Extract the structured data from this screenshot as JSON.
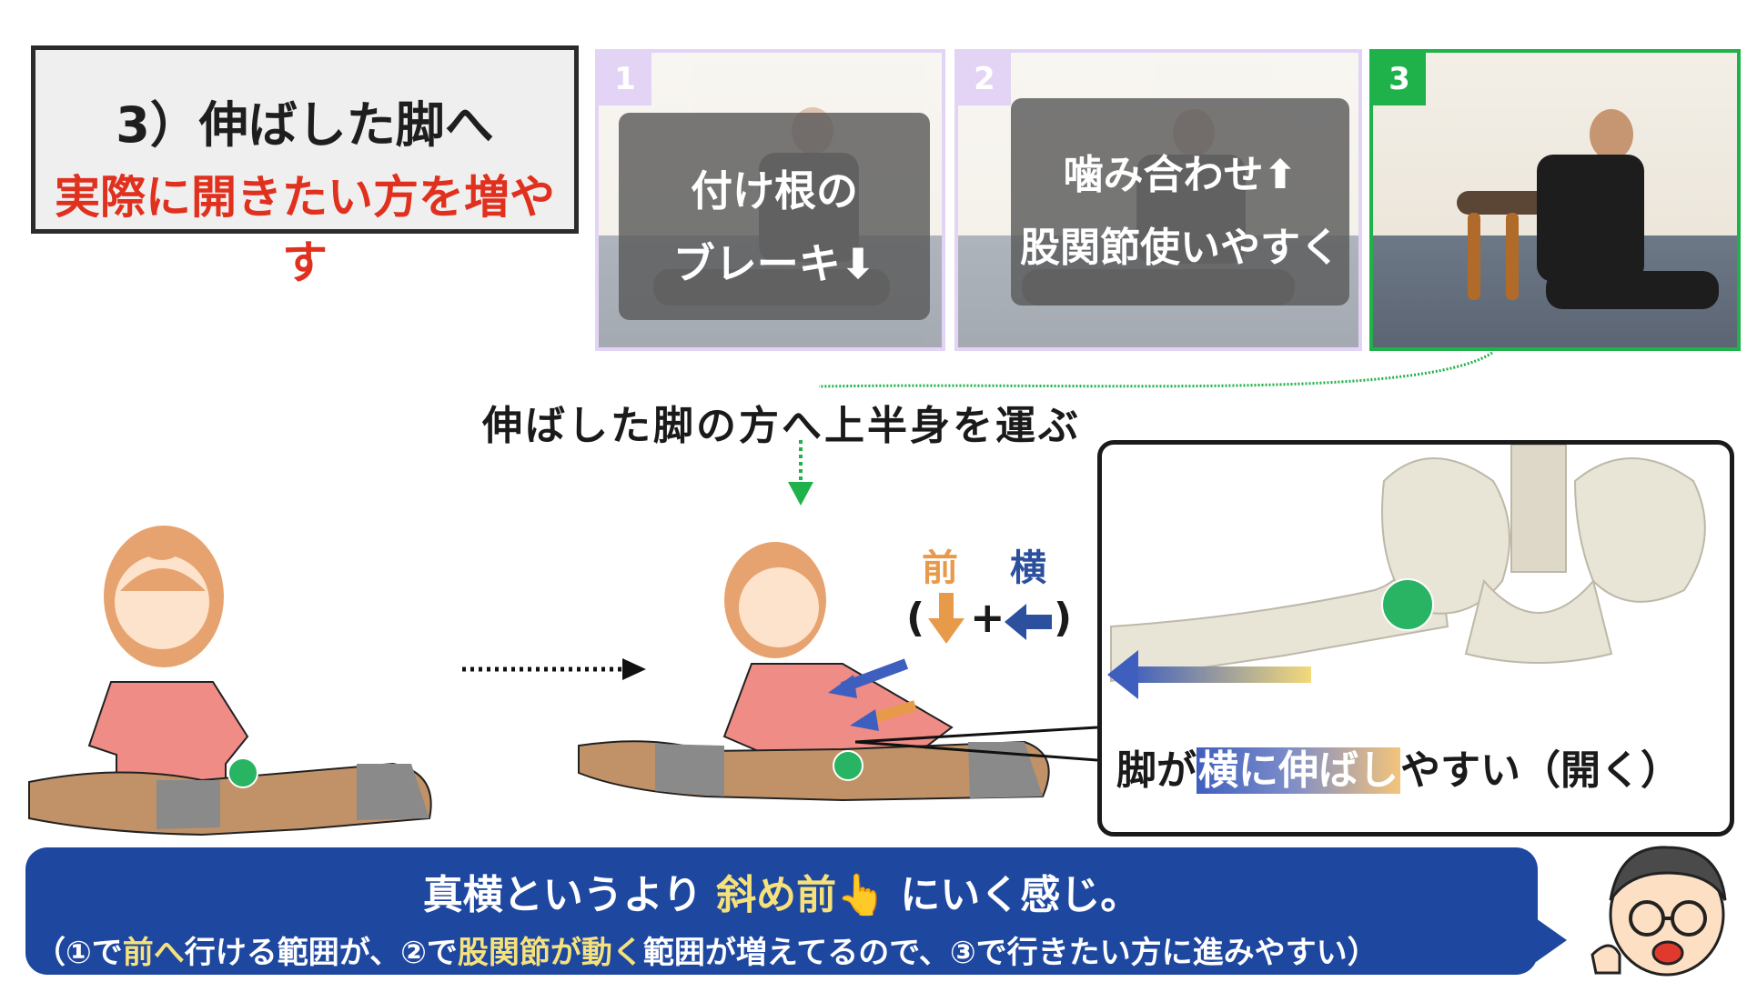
{
  "title": {
    "line1": "3）伸ばした脚へ",
    "line2": "実際に開きたい方を増やす"
  },
  "steps": [
    {
      "number": "1",
      "caption_line1": "付け根の",
      "caption_line2": "ブレーキ⬇"
    },
    {
      "number": "2",
      "caption_line1": "噛み合わせ⬆",
      "caption_line2": "股関節使いやすく"
    },
    {
      "number": "3"
    }
  ],
  "callout": "伸ばした脚の方へ上半身を運ぶ",
  "legend": {
    "front": "前",
    "side": "横",
    "paren_open": "(",
    "plus": "+",
    "paren_close": ")"
  },
  "zoom": {
    "caption_before": "脚が",
    "caption_highlight": "横に伸ばし",
    "caption_after": "やすい（開く）"
  },
  "banner": {
    "line1_before": "真横というより",
    "line1_highlight": "斜め前👆",
    "line1_after": "にいく感じ。",
    "line2_a": "（①で",
    "line2_hl1": "前へ",
    "line2_b": "行ける範囲が、②で",
    "line2_hl2": "股関節が動く",
    "line2_c": "範囲が増えてるので、③で行きたい方に進みやすい）"
  },
  "colors": {
    "accent_red": "#e0301e",
    "step_purple": "#e3d4f5",
    "step_green": "#1fb24a",
    "banner_blue": "#1e47a0",
    "highlight_yellow": "#f6e27a",
    "front_orange": "#e89a4b",
    "side_blue": "#2c4f9e",
    "joint_green": "#28b463"
  }
}
